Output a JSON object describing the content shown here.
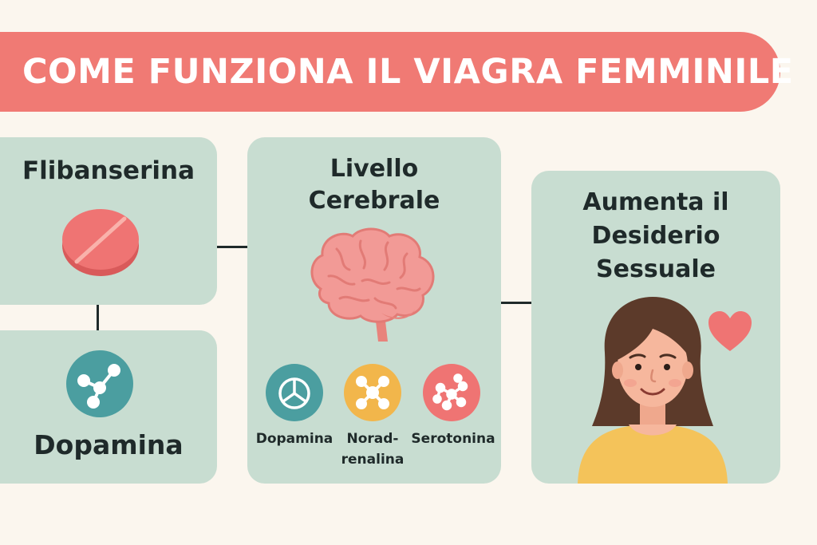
{
  "title": "COME FUNZIONA IL VIAGRA FEMMINILE",
  "cards": {
    "flibanserina": {
      "title": "Flibanserina"
    },
    "dopamina": {
      "title": "Dopamina"
    },
    "cerebrale": {
      "title_line1": "Livello",
      "title_line2": "Cerebrale",
      "neurotransmitters": [
        {
          "label": "Dopamina",
          "color": "#4b9ea0"
        },
        {
          "label_line1": "Norad-",
          "label_line2": "renalina",
          "color": "#f2b64b"
        },
        {
          "label": "Serotonina",
          "color": "#ef7473"
        }
      ]
    },
    "desiderio": {
      "title_line1": "Aumenta il",
      "title_line2": "Desiderio",
      "title_line3": "Sessuale"
    }
  },
  "colors": {
    "banner": "#f07a74",
    "card": "#c8ddd1",
    "pill": "#ef7473",
    "brain": "#f29a96",
    "heart": "#ef7473",
    "shirt": "#f4c35a",
    "hair": "#5c3a2a",
    "skin": "#f6b79d"
  },
  "icons": [
    "pill-icon",
    "molecule-icon",
    "brain-icon",
    "heart-icon",
    "woman-illustration"
  ]
}
